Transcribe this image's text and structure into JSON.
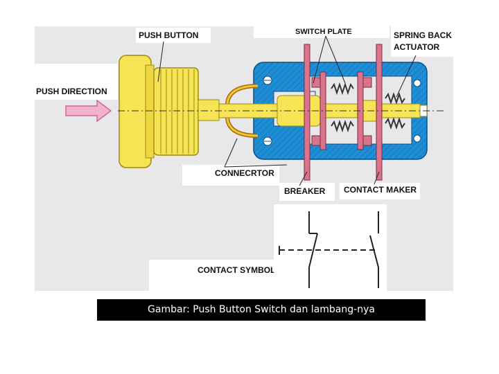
{
  "labels": {
    "push_button": "PUSH BUTTON",
    "switch_plate": "SWITCH PLATE",
    "spring_back_line1": "SPRING BACK",
    "spring_back_line2": "ACTUATOR",
    "push_direction": "PUSH DIRECTION",
    "connector": "CONNECRTOR",
    "breaker": "BREAKER",
    "contact_maker": "CONTACT MAKER",
    "contact_symbol": "CONTACT SYMBOL"
  },
  "caption": "Gambar: Push Button Switch dan lambang-nya",
  "colors": {
    "housing_blue": "#1e8fd6",
    "button_yellow": "#f7e455",
    "plate_pink": "#d9748c",
    "arrow_pink": "#f3b3cc",
    "background_gray": "#e8e8ea"
  }
}
